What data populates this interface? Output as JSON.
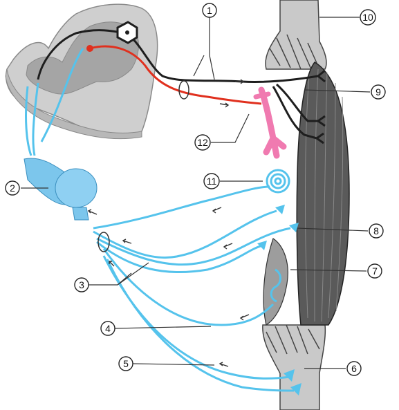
{
  "labels": {
    "n1": "1",
    "n2": "2",
    "n3": "3",
    "n4": "4",
    "n5": "5",
    "n6": "6",
    "n7": "7",
    "n8": "8",
    "n9": "9",
    "n10": "10",
    "n11": "11",
    "n12": "12"
  },
  "colors": {
    "spinal_cord_fill": "#cfcfcf",
    "grey_matter_fill": "#9a9a9a",
    "afferent_fibre": "#55c3ec",
    "motor_fibre": "#1e1e1e",
    "autonomic_fibre": "#e0301e",
    "blood_vessel": "#f07ab0",
    "ganglion": "#7cc6ec",
    "muscle": "#555555",
    "bone": "#c9c9c9"
  }
}
